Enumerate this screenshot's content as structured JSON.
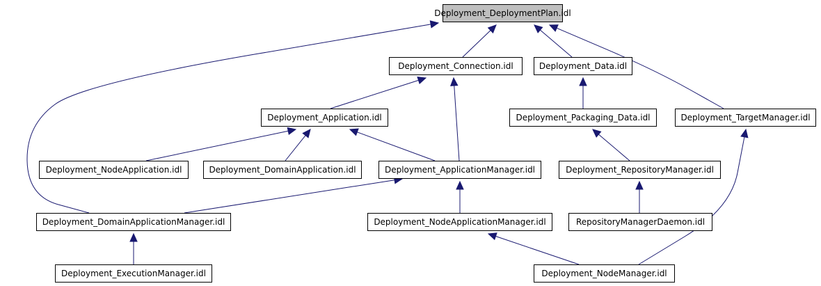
{
  "diagram": {
    "colors": {
      "edge": "#191970",
      "root_fill": "#bfbfbf",
      "node_fill": "#ffffff",
      "node_border": "#000000"
    },
    "nodes": {
      "plan": "Deployment_DeploymentPlan.idl",
      "connection": "Deployment_Connection.idl",
      "data": "Deployment_Data.idl",
      "application": "Deployment_Application.idl",
      "packaging_data": "Deployment_Packaging_Data.idl",
      "target_manager": "Deployment_TargetManager.idl",
      "node_application": "Deployment_NodeApplication.idl",
      "domain_application": "Deployment_DomainApplication.idl",
      "application_manager": "Deployment_ApplicationManager.idl",
      "repository_manager": "Deployment_RepositoryManager.idl",
      "domain_application_manager": "Deployment_DomainApplicationManager.idl",
      "node_application_manager": "Deployment_NodeApplicationManager.idl",
      "repository_manager_daemon": "RepositoryManagerDaemon.idl",
      "execution_manager": "Deployment_ExecutionManager.idl",
      "node_manager": "Deployment_NodeManager.idl"
    },
    "edges": [
      [
        "connection",
        "plan"
      ],
      [
        "data",
        "plan"
      ],
      [
        "target_manager",
        "plan"
      ],
      [
        "domain_application_manager",
        "plan"
      ],
      [
        "application",
        "connection"
      ],
      [
        "application_manager",
        "connection"
      ],
      [
        "packaging_data",
        "data"
      ],
      [
        "node_application",
        "application"
      ],
      [
        "domain_application",
        "application"
      ],
      [
        "application_manager",
        "application"
      ],
      [
        "repository_manager",
        "packaging_data"
      ],
      [
        "node_manager",
        "target_manager"
      ],
      [
        "domain_application_manager",
        "application_manager"
      ],
      [
        "node_application_manager",
        "application_manager"
      ],
      [
        "repository_manager_daemon",
        "repository_manager"
      ],
      [
        "execution_manager",
        "domain_application_manager"
      ],
      [
        "node_manager",
        "node_application_manager"
      ]
    ]
  }
}
